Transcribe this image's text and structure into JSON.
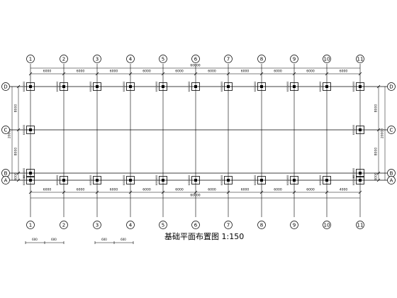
{
  "drawing": {
    "title": "基础平面布置图",
    "scale": "1:150",
    "axes_x": [
      "1",
      "2",
      "3",
      "4",
      "5",
      "6",
      "7",
      "8",
      "9",
      "10",
      "11"
    ],
    "axes_y_top_to_bottom": [
      "D",
      "C",
      "B",
      "A"
    ],
    "top_spacing": [
      "6000",
      "6000",
      "6000",
      "6000",
      "6000",
      "6000",
      "6000",
      "6000",
      "6000",
      "6000"
    ],
    "top_total": "60000",
    "bottom_spacing": [
      "6000",
      "6000",
      "6000",
      "6000",
      "6000",
      "6000",
      "6000",
      "6000",
      "6000",
      "4000"
    ],
    "bottom_total": "60000",
    "left_spacing_top_to_bottom": [
      "8000",
      "8000",
      "4000"
    ],
    "left_total": "20000",
    "right_spacing_top_to_bottom": [
      "8000",
      "8000",
      "4000"
    ],
    "right_total": "20000",
    "footing_label_row_D": "600X600",
    "footing_label_row_A": "600X600",
    "footing_label_gable": "600X600",
    "small_scale": [
      "600",
      "600"
    ],
    "small_scale_2": [
      "600",
      "600"
    ]
  }
}
